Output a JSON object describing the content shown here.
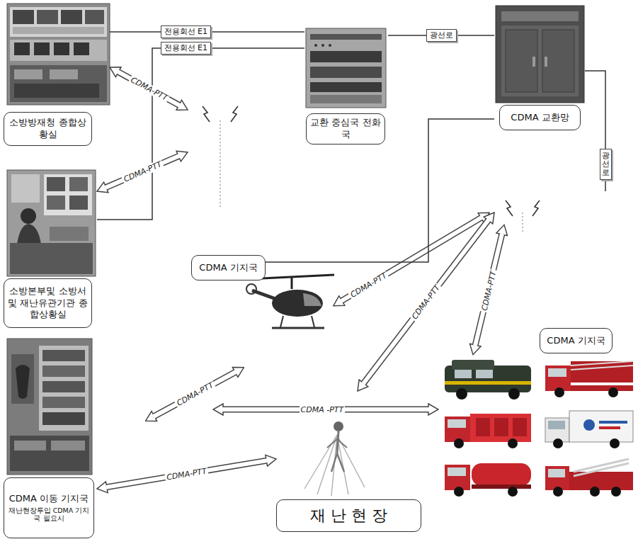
{
  "diagram": {
    "nodes": [
      {
        "text": [
          "소방방재청 종합상황실"
        ]
      },
      {
        "text": [
          "교환 중심국 전화국"
        ]
      },
      {
        "text": [
          "CDMA 교환망"
        ]
      },
      {
        "text": [
          "소방본부및 소방서및 재난유관기관 종합상황실"
        ]
      },
      {
        "text": [
          "CDMA 기지국"
        ]
      },
      {
        "text": [
          "CDMA 기지국"
        ]
      },
      {
        "text": [
          "CDMA 이동 기지국",
          "재난현장투입 CDMA 기지국 필요시"
        ]
      },
      {
        "text": [
          "재 난 현 장"
        ]
      }
    ],
    "edges": [
      {
        "from": 0,
        "to": 1,
        "arrow": "none",
        "label": "전용회선 E1"
      },
      {
        "from": 3,
        "to": 1,
        "arrow": "none",
        "label": "전용회선 E1"
      },
      {
        "from": 1,
        "to": 2,
        "arrow": "none",
        "label": "광선로"
      },
      {
        "from": 2,
        "to": 5,
        "arrow": "none",
        "label": "광선로"
      },
      {
        "from": 4,
        "to": 2,
        "arrow": "none"
      },
      {
        "from": 0,
        "to": 4,
        "arrow": "both",
        "label": "CDMA-PTT"
      },
      {
        "from": 3,
        "to": 4,
        "arrow": "both",
        "label": "CDMA-PTT"
      },
      {
        "from": 6,
        "to": 7,
        "arrow": "both",
        "label": "CDMA-PTT"
      },
      {
        "from": 7,
        "to": 5,
        "arrow": "both",
        "label": "CDMA-PTT"
      }
    ],
    "labels": [
      "CDMA-PTT",
      "CDMA-PTT",
      "CDMA -PTT",
      "CDMA-PTT"
    ]
  }
}
